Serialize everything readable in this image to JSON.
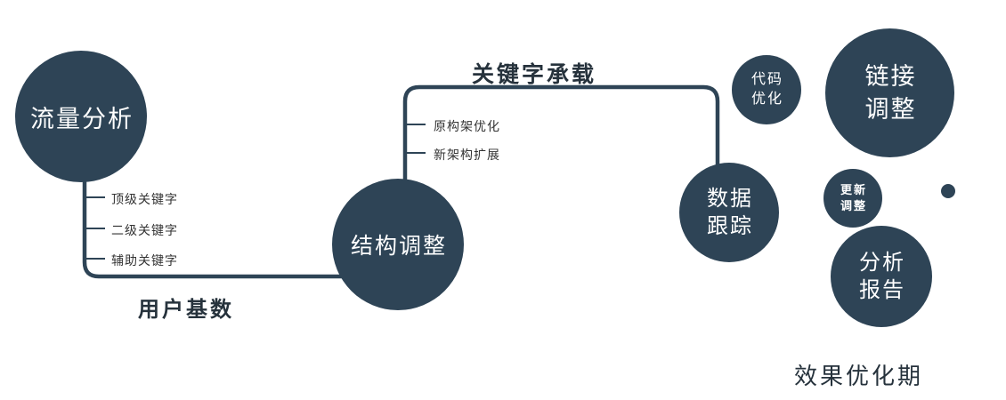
{
  "colors": {
    "accent": "#2E4456",
    "text": "#26323C"
  },
  "nodes": {
    "traffic": {
      "label": "流量分析"
    },
    "structure": {
      "label": "结构调整"
    },
    "tracking": {
      "line1": "数据",
      "line2": "跟踪"
    },
    "code": {
      "line1": "代码",
      "line2": "优化"
    },
    "link": {
      "line1": "链接",
      "line2": "调整"
    },
    "update": {
      "line1": "更新",
      "line2": "调整"
    },
    "report": {
      "line1": "分析",
      "line2": "报告"
    }
  },
  "labels": {
    "user_base": "用户基数",
    "keyword_carry": "关键字承载",
    "phase": "效果优化期"
  },
  "keywords": [
    "顶级关键字",
    "二级关键字",
    "辅助关键字"
  ],
  "architecture": [
    "原构架优化",
    "新架构扩展"
  ]
}
